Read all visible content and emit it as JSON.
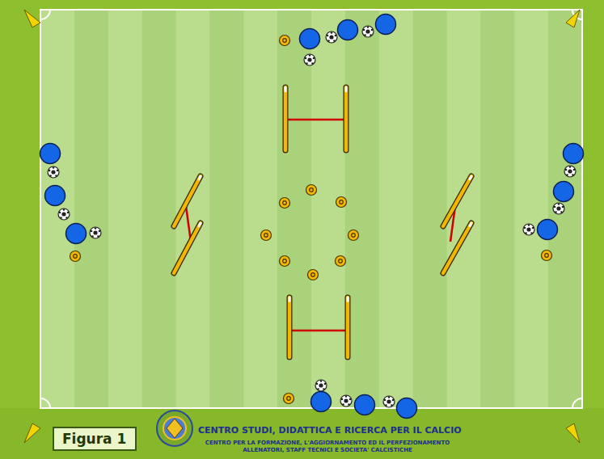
{
  "diagram": {
    "nodes": [
      {
        "text": [
          "Figura 1"
        ]
      }
    ],
    "labels": [
      "CENTRO STUDI, DIDATTICA E RICERCA PER IL CALCIO",
      "CENTRO PER LA FORMAZIONE, L'AGGIORNAMENTO ED IL PERFEZIONAMENTO",
      "ALLENATORI, STAFF TECNICI E SOCIETA' CALCISTICHE"
    ]
  }
}
